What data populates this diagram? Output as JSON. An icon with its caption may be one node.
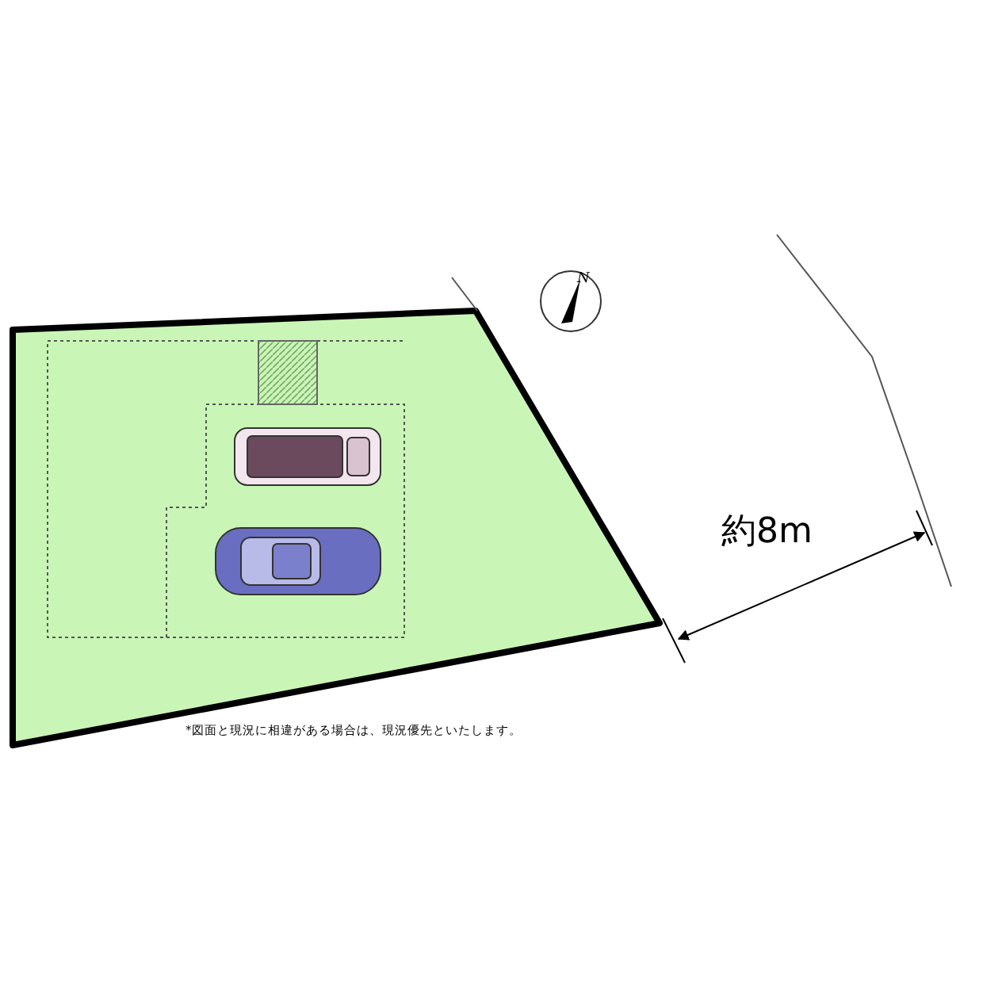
{
  "diagram": {
    "labels": [
      "N",
      "約8m",
      "*図面と現況に相違がある場合は、現況優先といたします。"
    ]
  }
}
